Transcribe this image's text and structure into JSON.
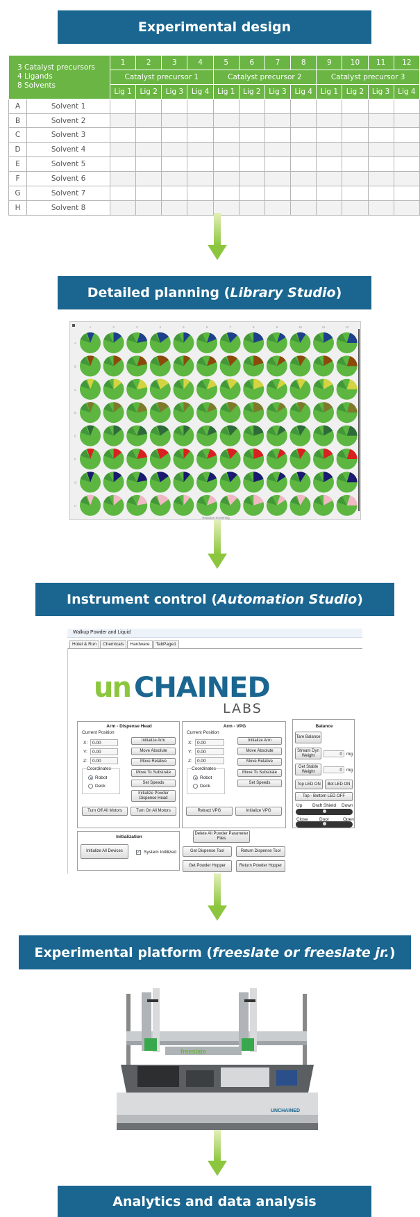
{
  "banners": {
    "b1": "Experimental design",
    "b2_pre": "Detailed planning (",
    "b2_em": "Library Studio",
    "b2_post": ")",
    "b3_pre": "Instrument control (",
    "b3_em": "Automation Studio",
    "b3_post": ")",
    "b4_pre": "Experimental platform (",
    "b4_em": "freeslate or freeslate jr.",
    "b4_post": ")",
    "b5": "Analytics and data analysis"
  },
  "design": {
    "corner": [
      "3 Catalyst precursors",
      "4 Ligands",
      "8 Solvents"
    ],
    "columns": [
      "1",
      "2",
      "3",
      "4",
      "5",
      "6",
      "7",
      "8",
      "9",
      "10",
      "11",
      "12"
    ],
    "precursors": [
      "Catalyst precursor 1",
      "Catalyst precursor 2",
      "Catalyst precursor 3"
    ],
    "ligands": [
      "Lig 1",
      "Lig 2",
      "Lig 3",
      "Lig 4",
      "Lig 1",
      "Lig 2",
      "Lig 3",
      "Lig 4",
      "Lig 1",
      "Lig 2",
      "Lig 3",
      "Lig 4"
    ],
    "rows": [
      {
        "id": "A",
        "solvent": "Solvent 1"
      },
      {
        "id": "B",
        "solvent": "Solvent 2"
      },
      {
        "id": "C",
        "solvent": "Solvent 3"
      },
      {
        "id": "D",
        "solvent": "Solvent 4"
      },
      {
        "id": "E",
        "solvent": "Solvent 5"
      },
      {
        "id": "F",
        "solvent": "Solvent 6"
      },
      {
        "id": "G",
        "solvent": "Solvent 7"
      },
      {
        "id": "H",
        "solvent": "Solvent 8"
      }
    ]
  },
  "plate": {
    "caption": "Reaction Screening",
    "col_labels": [
      "1",
      "2",
      "3",
      "4",
      "5",
      "6",
      "7",
      "8",
      "9",
      "10",
      "11",
      "12"
    ],
    "row_labels": [
      "A",
      "B",
      "C",
      "D",
      "E",
      "F",
      "G",
      "H"
    ],
    "base_color": "#5cb640",
    "row_accents": [
      "#1e3f8a",
      "#8b4a0c",
      "#d4d442",
      "#7d7a2c",
      "#2f6a3a",
      "#d82020",
      "#1a1a70",
      "#f2b8c6"
    ]
  },
  "automation": {
    "window_title": "Walkup Powder and Liquid",
    "tabs": [
      "Hotel & Run",
      "Chemicals",
      "Hardware",
      "TabPage1"
    ],
    "active_tab": "Hardware",
    "logo": {
      "un": "un",
      "chained": "CHAINED",
      "labs": "LABS"
    },
    "dispense": {
      "title": "Arm - Dispense Head",
      "current_position": "Current Position",
      "x_label": "X:",
      "y_label": "Y:",
      "z_label": "Z:",
      "x": "0.00",
      "y": "0.00",
      "z": "0.00",
      "coordinates": "Coordinates",
      "robot": "Robot",
      "deck": "Deck",
      "btn_init_arm": "Initialize Arm",
      "btn_move_abs": "Move Absolute",
      "btn_move_rel": "Move Relative",
      "btn_move_sub": "Move To Substrate",
      "btn_speeds": "Set Speeds",
      "btn_init_powder": "Initialize Powder Dispense Head",
      "btn_off_motors": "Turn Off All Motors",
      "btn_on_motors": "Turn On All Motors"
    },
    "vpg": {
      "title": "Arm - VPG",
      "current_position": "Current Position",
      "x_label": "X:",
      "y_label": "Y:",
      "z_label": "Z:",
      "x": "0.00",
      "y": "0.00",
      "z": "0.00",
      "coordinates": "Coordinates",
      "robot": "Robot",
      "deck": "Deck",
      "btn_init_arm": "Initialize Arm",
      "btn_move_abs": "Move Absolute",
      "btn_move_rel": "Move Relative",
      "btn_move_sub": "Move To Substrate",
      "btn_speeds": "Set Speeds",
      "btn_retract": "Retract VPG",
      "btn_init_vpg": "Initialize VPG"
    },
    "balance": {
      "title": "Balance",
      "btn_tare": "Tare Balance",
      "btn_stream": "Stream Dyn Weight",
      "btn_stable": "Get Stable Weight",
      "stream_value": "0",
      "stable_value": "0",
      "unit": "mg",
      "btn_top_led": "Top LED ON",
      "btn_bot_led": "Bot LED ON",
      "btn_top_bottom": "Top - Bottom LED OFF",
      "shield_up": "Up",
      "shield_label": "Draft Shield",
      "shield_down": "Down",
      "door_close": "Close",
      "door_label": "Door",
      "door_open": "Open"
    },
    "init": {
      "title": "Initialization",
      "btn_init_all": "Initialize All Devices",
      "system_init": "System Initilized"
    },
    "tools": {
      "btn_delete_powder": "Delete All Powder Parameter Files",
      "btn_get_dispense": "Get Dispense Tool",
      "btn_return_dispense": "Return Dispense Tool",
      "btn_get_hopper": "Get Powder Hopper",
      "btn_return_hopper": "Return Powder Hopper"
    }
  },
  "platform": {
    "brand": "freeslate",
    "badge": "UNCHAINED"
  }
}
